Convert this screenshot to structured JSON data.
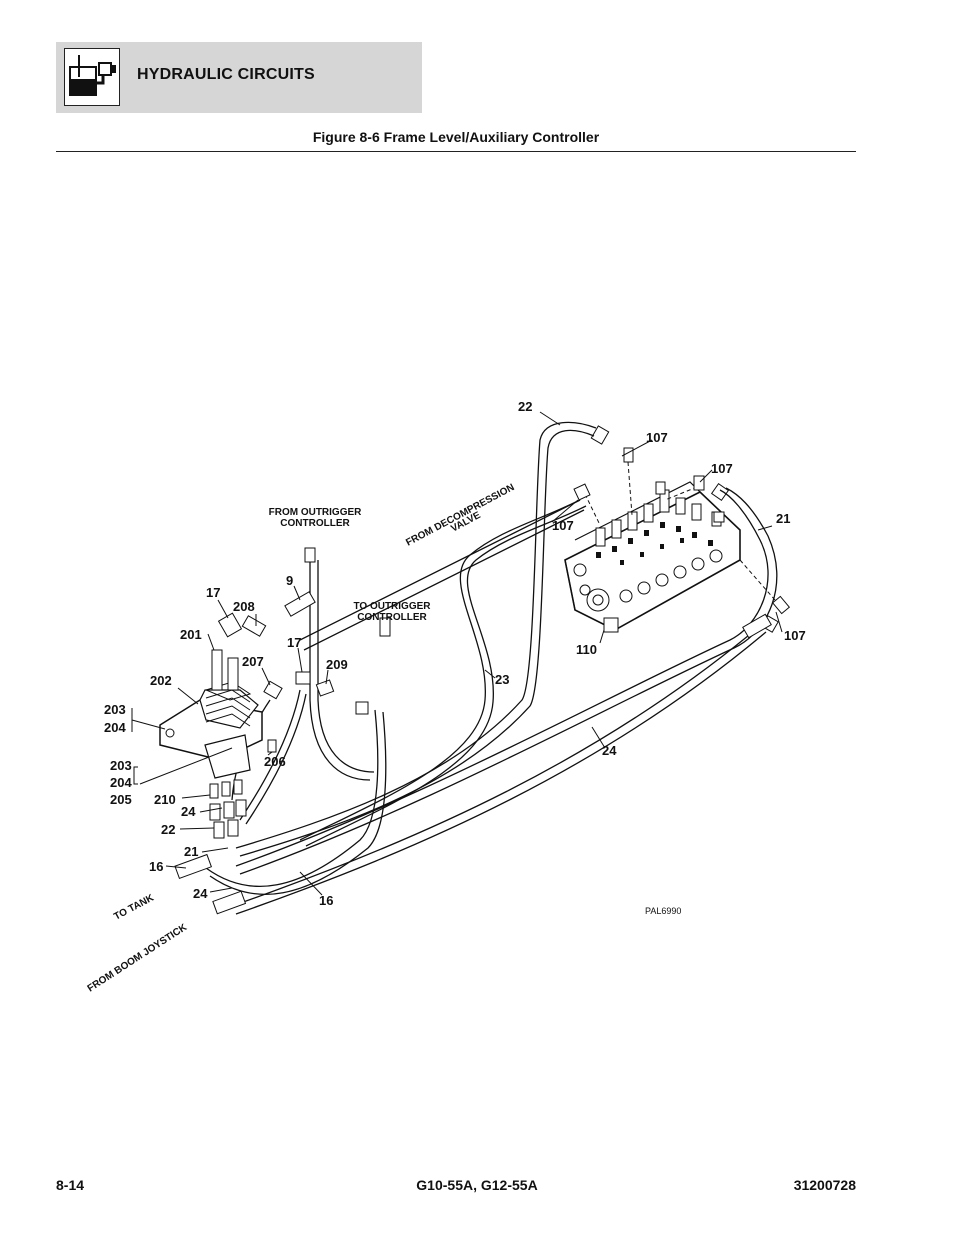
{
  "header": {
    "section_title": "HYDRAULIC CIRCUITS",
    "icon": "hydraulic-circuit-icon"
  },
  "figure": {
    "caption": "Figure 8-6 Frame Level/Auxiliary Controller",
    "drawing_id": "PAL6990"
  },
  "callouts": {
    "c22_top": "22",
    "c107_a": "107",
    "c107_b": "107",
    "c107_c": "107",
    "c107_d": "107",
    "c21_right": "21",
    "c110": "110",
    "c23": "23",
    "c24_mid": "24",
    "c9": "9",
    "c17_a": "17",
    "c17_b": "17",
    "c208": "208",
    "c201": "201",
    "c207": "207",
    "c209": "209",
    "c202": "202",
    "c203_a": "203",
    "c204_a": "204",
    "c203_b": "203",
    "c204_b": "204",
    "c205": "205",
    "c206": "206",
    "c210": "210",
    "c24_left": "24",
    "c22_left": "22",
    "c21_left": "21",
    "c16_left": "16",
    "c24_bottom": "24",
    "c16_bottom": "16"
  },
  "notes": {
    "from_outrigger_1": "FROM OUTRIGGER",
    "from_outrigger_2": "CONTROLLER",
    "to_outrigger_1": "TO OUTRIGGER",
    "to_outrigger_2": "CONTROLLER",
    "from_decompression_1": "FROM DECOMPRESSION",
    "from_decompression_2": "VALVE",
    "to_tank": "TO TANK",
    "from_boom_joystick": "FROM BOOM JOYSTICK"
  },
  "footer": {
    "page_number": "8-14",
    "models": "G10-55A, G12-55A",
    "manual_number": "31200728"
  }
}
